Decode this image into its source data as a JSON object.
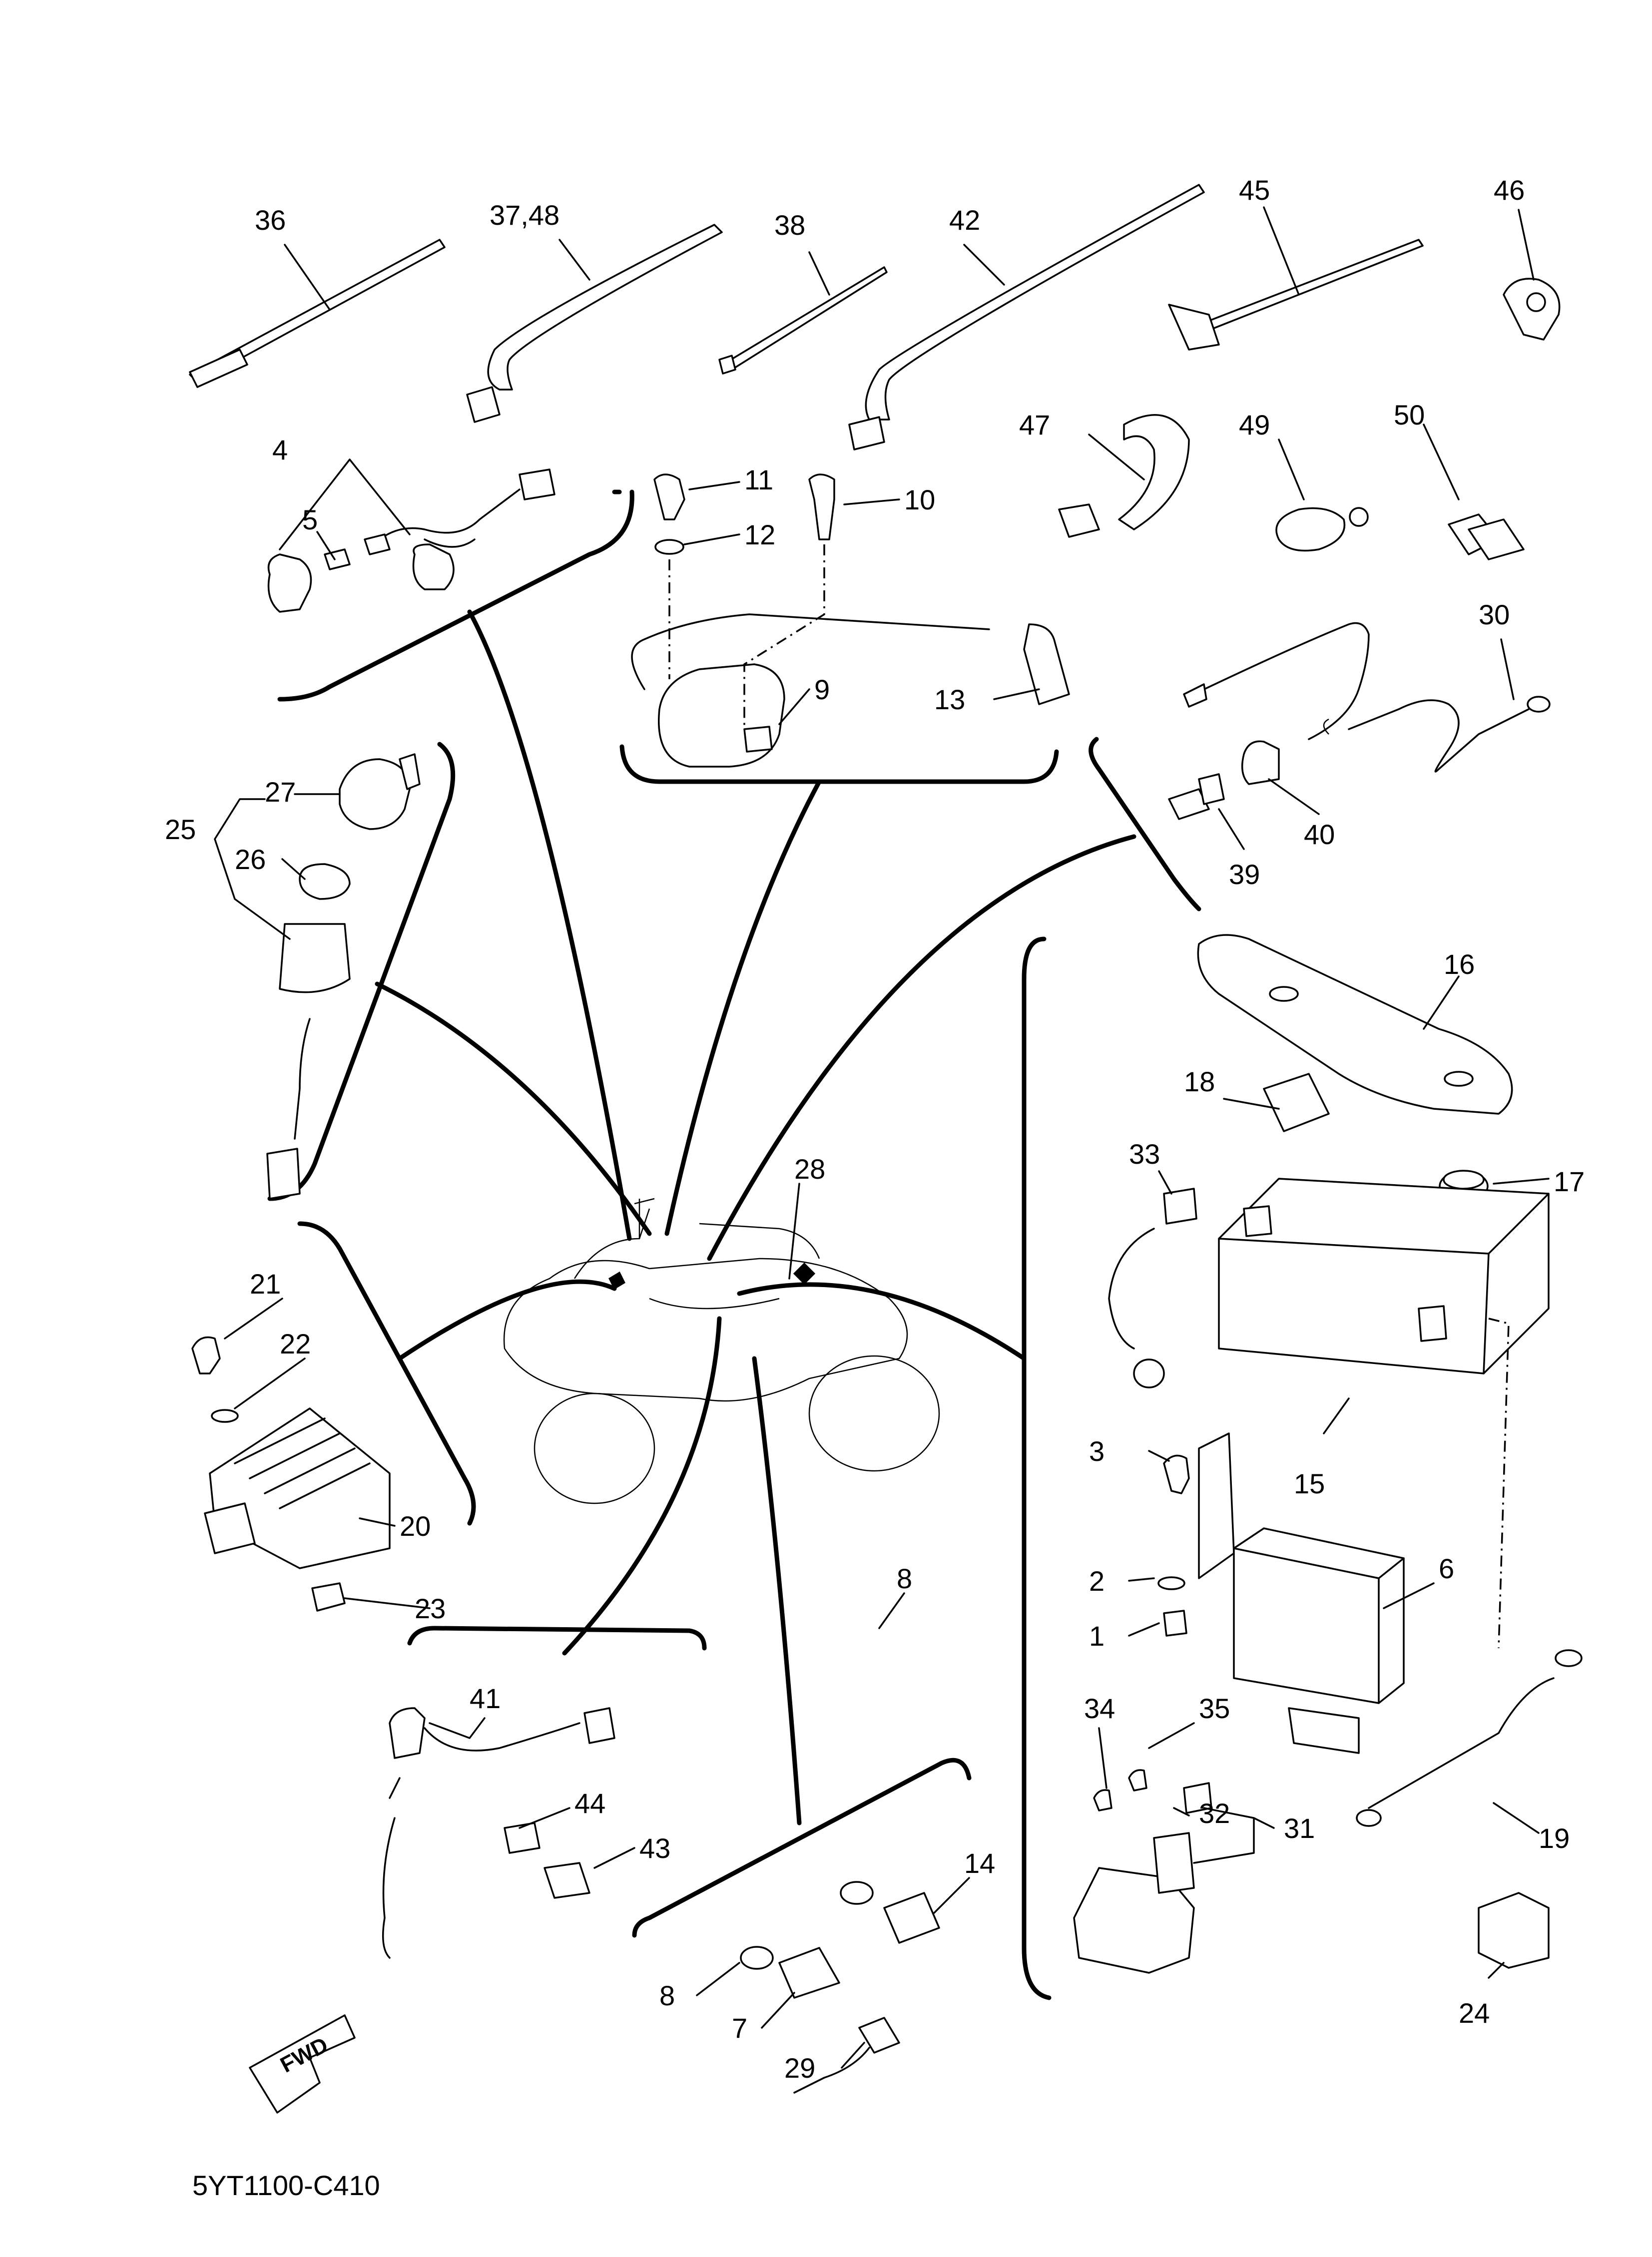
{
  "diagram_code": "5YT1100-C410",
  "fwd_label": "FWD",
  "callouts": {
    "c1": "1",
    "c2": "2",
    "c3": "3",
    "c4": "4",
    "c5": "5",
    "c6": "6",
    "c7": "7",
    "c8a": "8",
    "c8b": "8",
    "c9": "9",
    "c10": "10",
    "c11": "11",
    "c12": "12",
    "c13": "13",
    "c14": "14",
    "c15": "15",
    "c16": "16",
    "c17": "17",
    "c18": "18",
    "c19": "19",
    "c20": "20",
    "c21": "21",
    "c22": "22",
    "c23": "23",
    "c24": "24",
    "c25": "25",
    "c26": "26",
    "c27": "27",
    "c28": "28",
    "c29": "29",
    "c30": "30",
    "c31": "31",
    "c32": "32",
    "c33": "33",
    "c34": "34",
    "c35": "35",
    "c36": "36",
    "c37_48": "37,48",
    "c38": "38",
    "c39": "39",
    "c40": "40",
    "c41": "41",
    "c42": "42",
    "c43": "43",
    "c44": "44",
    "c45": "45",
    "c46": "46",
    "c47": "47",
    "c49": "49",
    "c50": "50"
  }
}
